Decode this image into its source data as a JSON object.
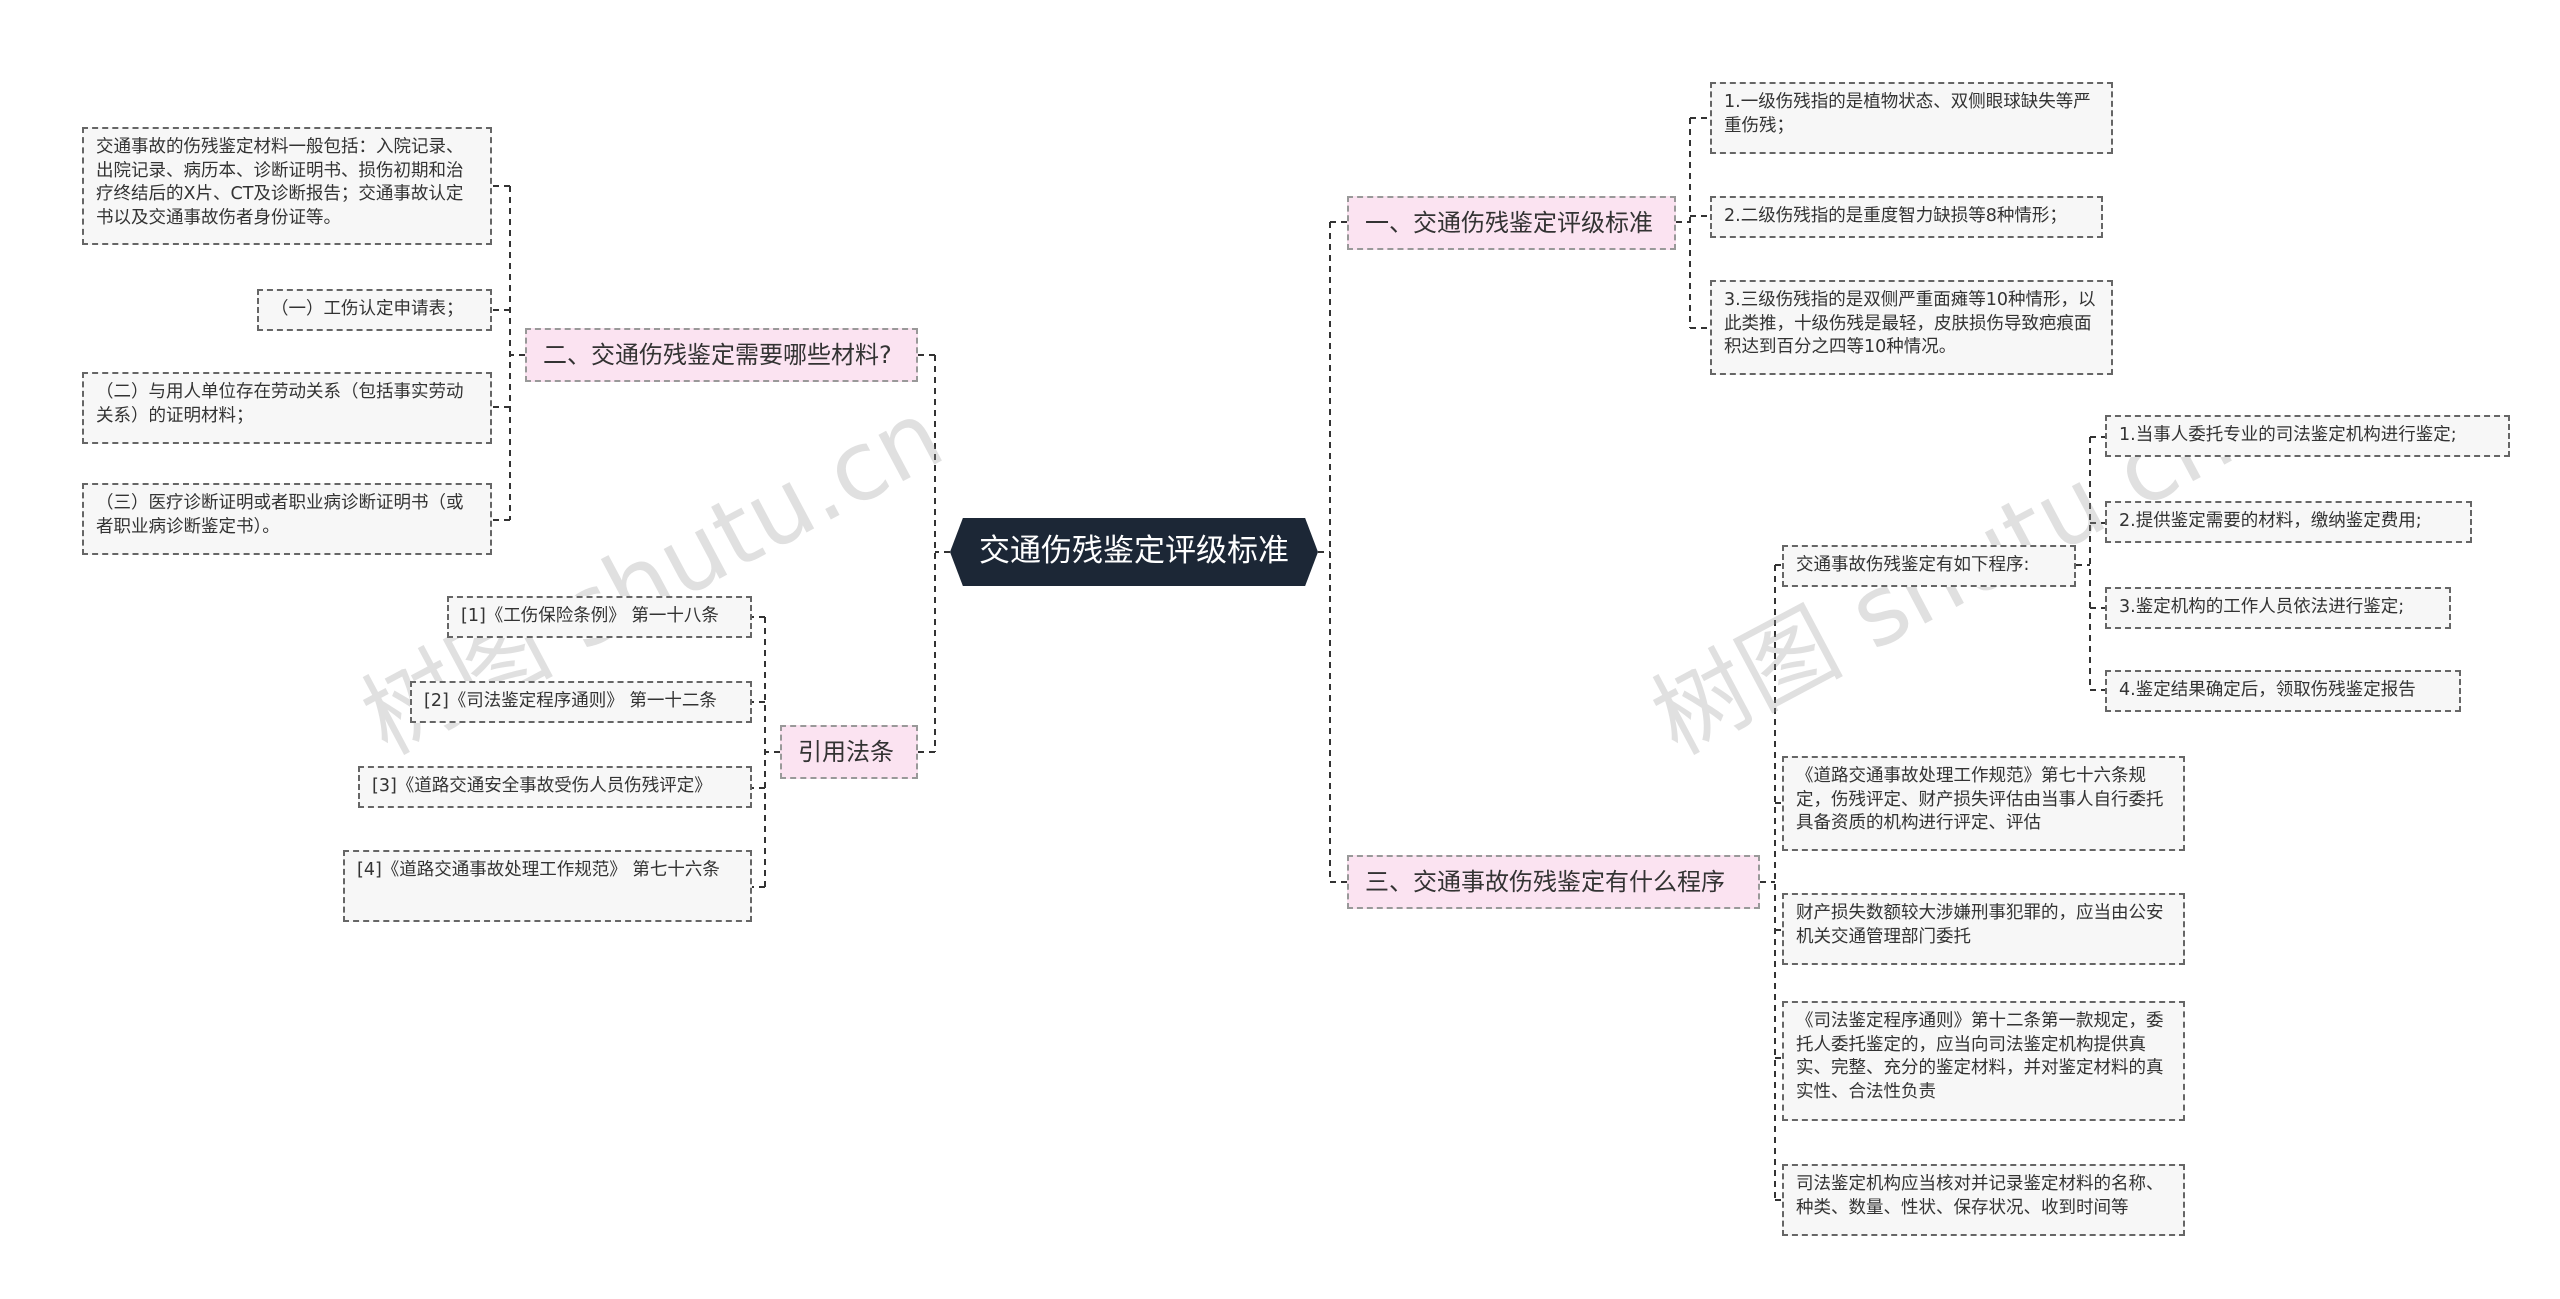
{
  "root": {
    "label": "交通伤残鉴定评级标准"
  },
  "branches": {
    "b1": {
      "label": "一、交通伤残鉴定评级标准",
      "items": [
        "1.一级伤残指的是植物状态、双侧眼球缺失等严重伤残；",
        "2.二级伤残指的是重度智力缺损等8种情形；",
        "3.三级伤残指的是双侧严重面瘫等10种情形，以此类推，十级伤残是最轻，皮肤损伤导致疤痕面积达到百分之四等10种情况。"
      ]
    },
    "b2": {
      "label": "二、交通伤残鉴定需要哪些材料?",
      "items": [
        "交通事故的伤残鉴定材料一般包括：入院记录、出院记录、病历本、诊断证明书、损伤初期和治疗终结后的X片、CT及诊断报告；交通事故认定书以及交通事故伤者身份证等。",
        "（一）工伤认定申请表；",
        "（二）与用人单位存在劳动关系（包括事实劳动关系）的证明材料；",
        "（三）医疗诊断证明或者职业病诊断证明书（或者职业病诊断鉴定书）。"
      ]
    },
    "b3": {
      "label": "三、交通事故伤残鉴定有什么程序",
      "sub_label": "交通事故伤残鉴定有如下程序:",
      "sub_items": [
        "1.当事人委托专业的司法鉴定机构进行鉴定;",
        "2.提供鉴定需要的材料，缴纳鉴定费用;",
        "3.鉴定机构的工作人员依法进行鉴定;",
        "4.鉴定结果确定后，领取伤残鉴定报告"
      ],
      "items": [
        "《道路交通事故处理工作规范》第七十六条规定，伤残评定、财产损失评估由当事人自行委托具备资质的机构进行评定、评估",
        "财产损失数额较大涉嫌刑事犯罪的，应当由公安机关交通管理部门委托",
        "《司法鉴定程序通则》第十二条第一款规定，委托人委托鉴定的，应当向司法鉴定机构提供真实、完整、充分的鉴定材料，并对鉴定材料的真实性、合法性负责",
        "司法鉴定机构应当核对并记录鉴定材料的名称、种类、数量、性状、保存状况、收到时间等"
      ]
    },
    "b4": {
      "label": "引用法条",
      "items": [
        "[1]《工伤保险条例》 第一十八条",
        "[2]《司法鉴定程序通则》 第一十二条",
        "[3]《道路交通安全事故受伤人员伤残评定》",
        "[4]《道路交通事故处理工作规范》 第七十六条"
      ]
    }
  },
  "watermarks": [
    "树图 shutu.cn",
    "树图 shutu.cn"
  ]
}
